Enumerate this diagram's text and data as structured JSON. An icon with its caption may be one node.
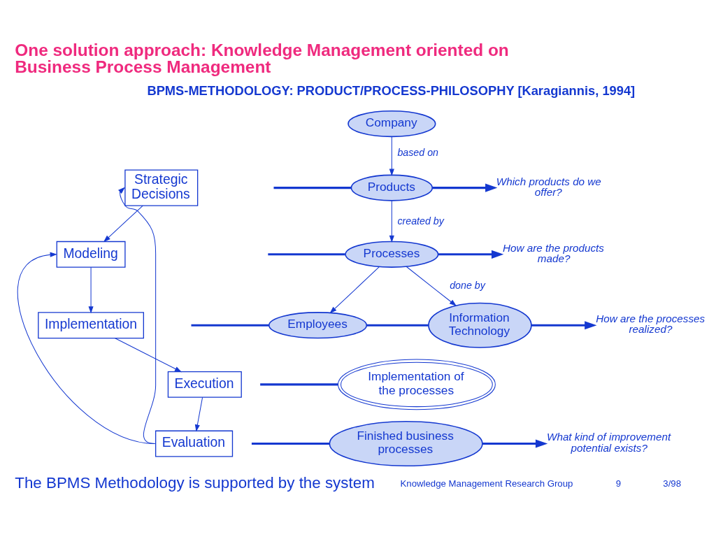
{
  "diagram": {
    "title": "One solution approach: Knowledge Management oriented on Business Process Management",
    "nodes": [
      {
        "text": [
          "Company"
        ]
      },
      {
        "text": [
          "Which products do we offer?"
        ]
      },
      {
        "text": [
          "Products"
        ]
      },
      {
        "text": [
          "Strategic Decisions"
        ]
      },
      {
        "text": [
          "How are the products made?"
        ]
      },
      {
        "text": [
          "Processes"
        ]
      },
      {
        "text": [
          "Modeling"
        ]
      },
      {
        "text": [
          "How are the processes realized?"
        ]
      },
      {
        "text": [
          "Information Technology"
        ]
      },
      {
        "text": [
          "Employees"
        ]
      },
      {
        "text": [
          "Implementation"
        ]
      },
      {
        "text": [
          "Implementation of the processes"
        ]
      },
      {
        "text": [
          "Execution"
        ]
      },
      {
        "text": [
          "What kind of improvement potential exists?"
        ]
      },
      {
        "text": [
          "Finished business processes"
        ]
      },
      {
        "text": [
          "Evaluation"
        ]
      }
    ],
    "edges": [
      {
        "from": 0,
        "to": 2,
        "arrow": "to",
        "label": "based on"
      },
      {
        "from": 2,
        "to": 1,
        "arrow": "to",
        "style": "thick"
      },
      {
        "from": null,
        "to": 2,
        "arrow": "none",
        "style": "thick"
      },
      {
        "from": 2,
        "to": 5,
        "arrow": "to",
        "label": "created by"
      },
      {
        "from": 5,
        "to": 4,
        "arrow": "to",
        "style": "thick"
      },
      {
        "from": null,
        "to": 5,
        "arrow": "none",
        "style": "thick"
      },
      {
        "from": 5,
        "to": 8,
        "arrow": "to",
        "label": "done by"
      },
      {
        "from": 5,
        "to": 9,
        "arrow": "to"
      },
      {
        "from": 8,
        "to": 7,
        "arrow": "to",
        "style": "thick"
      },
      {
        "from": 9,
        "to": 8,
        "arrow": "none",
        "style": "thick"
      },
      {
        "from": null,
        "to": 9,
        "arrow": "none",
        "style": "thick"
      },
      {
        "from": null,
        "to": 11,
        "arrow": "none",
        "style": "thick"
      },
      {
        "from": 14,
        "to": 13,
        "arrow": "to",
        "style": "thick"
      },
      {
        "from": null,
        "to": 14,
        "arrow": "none",
        "style": "thick"
      },
      {
        "from": 3,
        "to": 6,
        "arrow": "to"
      },
      {
        "from": 6,
        "to": 10,
        "arrow": "to"
      },
      {
        "from": 10,
        "to": 12,
        "arrow": "to"
      },
      {
        "from": 12,
        "to": 15,
        "arrow": "to"
      },
      {
        "from": 15,
        "to": 3,
        "arrow": "to"
      },
      {
        "from": 15,
        "to": 6,
        "arrow": "to"
      }
    ],
    "labels": [
      "BPMS-METHODOLOGY: PRODUCT/PROCESS-PHILOSOPHY [Karagiannis, 1994]",
      "The BPMS Methodology is supported by the system",
      "Knowledge Management Research Group",
      "9",
      "3/98"
    ]
  }
}
